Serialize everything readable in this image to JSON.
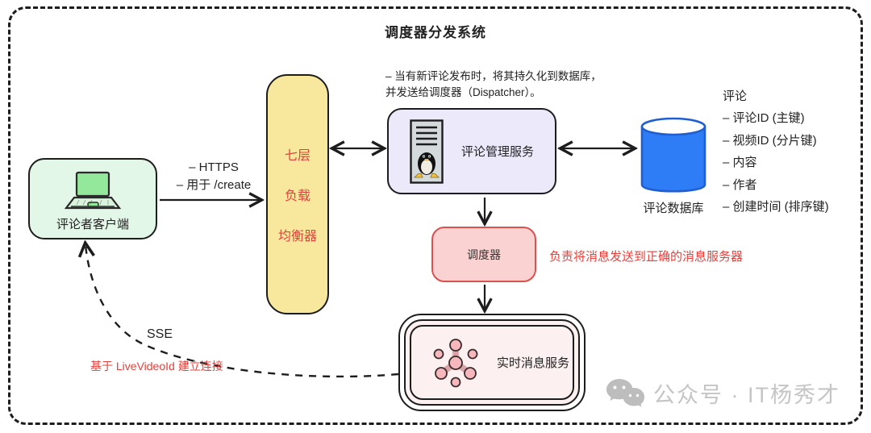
{
  "title": "调度器分发系统",
  "client": {
    "label": "评论者客户端"
  },
  "https_note": {
    "line1": "– HTTPS",
    "line2": "– 用于 /create"
  },
  "load_balancer": {
    "lines": [
      "七层",
      "负载",
      "均衡器"
    ],
    "text_color": "#e0433d",
    "fill": "#f8e89d"
  },
  "service_note": {
    "line1": "– 当有新评论发布时，将其持久化到数据库，",
    "line2": "并发送给调度器（Dispatcher）。"
  },
  "comment_service": {
    "label": "评论管理服务",
    "fill": "#ece9fb"
  },
  "database": {
    "label": "评论数据库",
    "fill": "#2e7cf6"
  },
  "schema": {
    "header": "评论",
    "fields": [
      "– 评论ID (主键)",
      "– 视频ID (分片键)",
      "– 内容",
      "– 作者",
      "– 创建时间 (排序键)"
    ]
  },
  "dispatcher": {
    "label": "调度器",
    "note": "负责将消息发送到正确的消息服务器",
    "fill": "#fbd2d2",
    "border": "#dc5050"
  },
  "realtime_service": {
    "label": "实时消息服务",
    "fill": "#fdf0f0"
  },
  "sse": {
    "label": "SSE",
    "note": "基于 LiveVideoId 建立连接"
  },
  "watermark": {
    "text": "公众号 · IT杨秀才"
  },
  "colors": {
    "note_red": "#e8413c",
    "outline": "#1d1d1d"
  }
}
